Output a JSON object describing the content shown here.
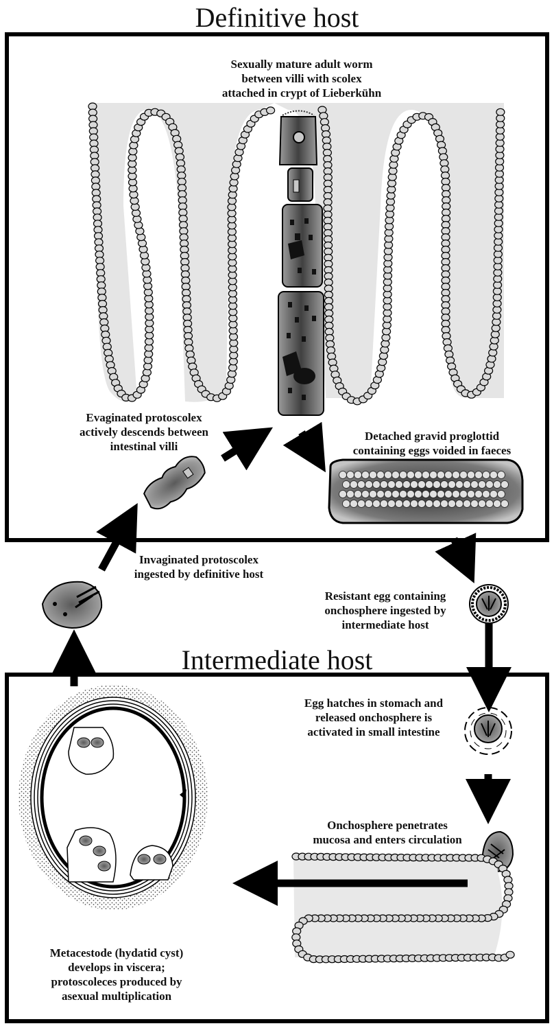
{
  "definitive_host": {
    "title": "Definitive host",
    "adult_worm_label": [
      "Sexually mature adult worm",
      "between villi with scolex",
      "attached in crypt of Lieberkühn"
    ],
    "evaginated_label": [
      "Evaginated protoscolex",
      "actively descends between",
      "intestinal villi"
    ],
    "detached_label": [
      "Detached gravid proglottid",
      "containing eggs voided in faeces"
    ]
  },
  "transition": {
    "invaginated_label": [
      "Invaginated protoscolex",
      "ingested by definitive host"
    ],
    "egg_label": [
      "Resistant egg containing",
      "onchosphere ingested by",
      "intermediate host"
    ]
  },
  "intermediate_host": {
    "title": "Intermediate host",
    "hatch_label": [
      "Egg hatches in stomach and",
      "released onchosphere is",
      "activated in small intestine"
    ],
    "penetrate_label": [
      "Onchosphere penetrates",
      "mucosa and enters circulation"
    ],
    "metacestode_label": [
      "Metacestode (hydatid cyst)",
      "develops in viscera;",
      "protoscoleces produced by",
      "asexual multiplication"
    ]
  },
  "colors": {
    "outline": "#000000",
    "villus_fill": "#e6e6e6",
    "bead_fill": "#d8d8d8",
    "worm_fill": "#8a8a8a"
  }
}
